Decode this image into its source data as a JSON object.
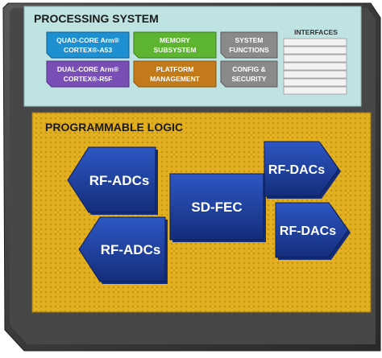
{
  "processing_system": {
    "title": "PROCESSING SYSTEM",
    "interfaces_label": "INTERFACES",
    "blocks": [
      {
        "lines": [
          "QUAD-CORE Arm®",
          "CORTEX®-A53"
        ],
        "color": "#1e8fd0"
      },
      {
        "lines": [
          "MEMORY",
          "SUBSYSTEM"
        ],
        "color": "#5cb431"
      },
      {
        "lines": [
          "SYSTEM",
          "FUNCTIONS"
        ],
        "color": "#8a8a8a"
      },
      {
        "lines": [
          "DUAL-CORE Arm®",
          "CORTEX®-R5F"
        ],
        "color": "#7a4fb5"
      },
      {
        "lines": [
          "PLATFORM",
          "MANAGEMENT"
        ],
        "color": "#c27a1b"
      },
      {
        "lines": [
          "CONFIG &",
          "SECURITY"
        ],
        "color": "#8a8a8a"
      }
    ]
  },
  "programmable_logic": {
    "title": "PROGRAMMABLE LOGIC",
    "blocks": {
      "rf_adc_top": "RF-ADCs",
      "rf_adc_bottom": "RF-ADCs",
      "sd_fec": "SD-FEC",
      "rf_dac_top": "RF-DACs",
      "rf_dac_bottom": "RF-DACs"
    }
  },
  "colors": {
    "frame": "#3d3d3d",
    "ps_panel": "#bfe3e3",
    "pl_panel": "#e8b726",
    "block_blue": "#1f3f9e"
  }
}
